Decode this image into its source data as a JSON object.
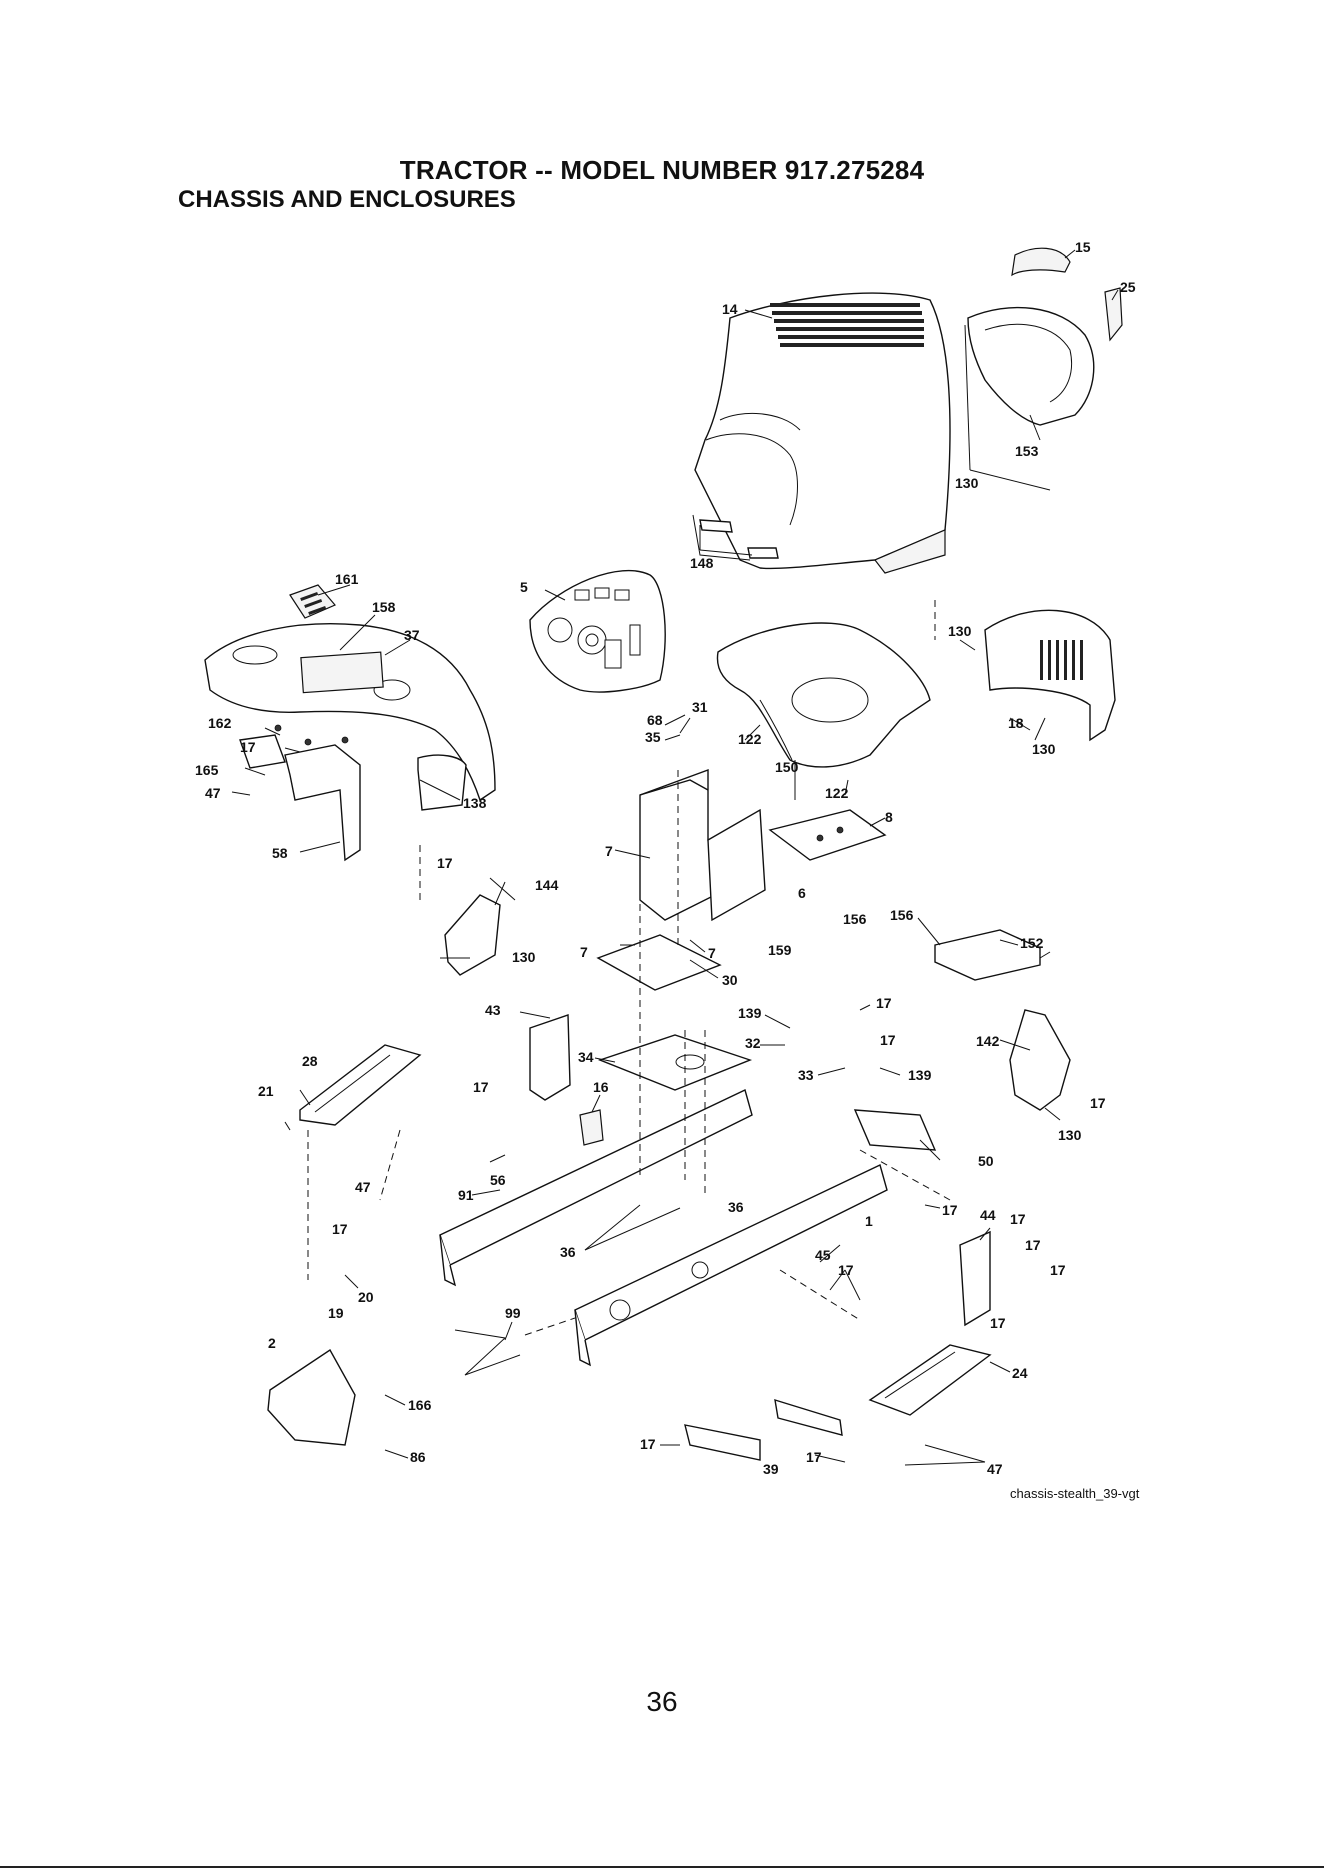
{
  "header": {
    "title": "TRACTOR -- MODEL NUMBER 917.275284",
    "subtitle": "CHASSIS AND ENCLOSURES"
  },
  "diagram": {
    "callouts": [
      "15",
      "25",
      "14",
      "153",
      "130",
      "148",
      "5",
      "161",
      "158",
      "37",
      "162",
      "17",
      "165",
      "47",
      "138",
      "58",
      "31",
      "68",
      "35",
      "122",
      "150",
      "130",
      "18",
      "130",
      "122",
      "8",
      "7",
      "17",
      "144",
      "6",
      "7",
      "156",
      "152",
      "156",
      "130",
      "7",
      "159",
      "30",
      "43",
      "139",
      "17",
      "17",
      "32",
      "142",
      "28",
      "34",
      "33",
      "139",
      "17",
      "21",
      "16",
      "17",
      "130",
      "56",
      "50",
      "47",
      "91",
      "36",
      "17",
      "44",
      "17",
      "17",
      "36",
      "17",
      "17",
      "1",
      "45",
      "17",
      "20",
      "19",
      "99",
      "17",
      "2",
      "24",
      "166",
      "17",
      "39",
      "17",
      "47",
      "86"
    ],
    "source_tag": "chassis-stealth_39-vgt"
  },
  "footer": {
    "page_number": "36"
  }
}
